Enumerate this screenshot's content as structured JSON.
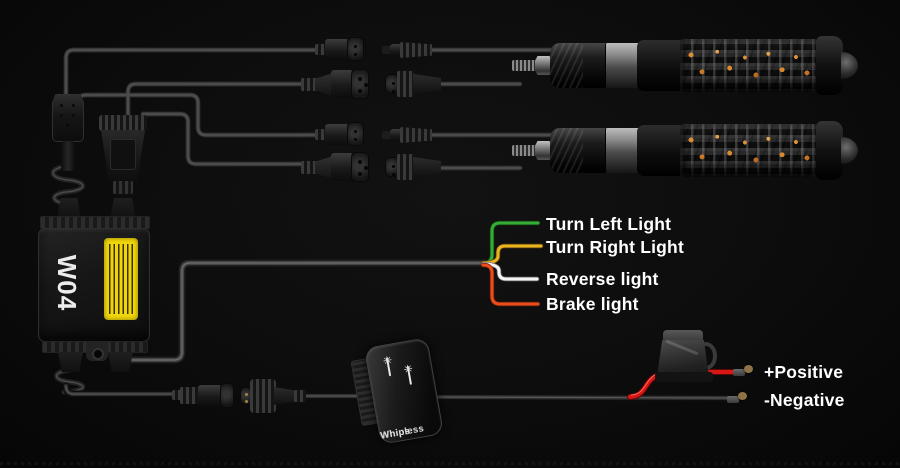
{
  "controller": {
    "model": "W04",
    "warning_label_color": "#f0d60b"
  },
  "wire_labels": [
    {
      "text": "Turn Left Light",
      "color": "#35ad35"
    },
    {
      "text": "Turn Right Light",
      "color": "#eab421"
    },
    {
      "text": "Reverse light",
      "color": "#f4f4f4"
    },
    {
      "text": "Brake light",
      "color": "#ea4d1b"
    }
  ],
  "power_labels": {
    "positive": "+Positive",
    "negative": "-Negative"
  },
  "power_wire_colors": {
    "positive": "#d81616",
    "negative": "#2f2f2f"
  },
  "wires": {
    "signal_gray": "#4b4b4b"
  },
  "switch": {
    "line1": "Whipless",
    "line2": "Whips"
  },
  "icons": {
    "whip_star": "✳"
  }
}
